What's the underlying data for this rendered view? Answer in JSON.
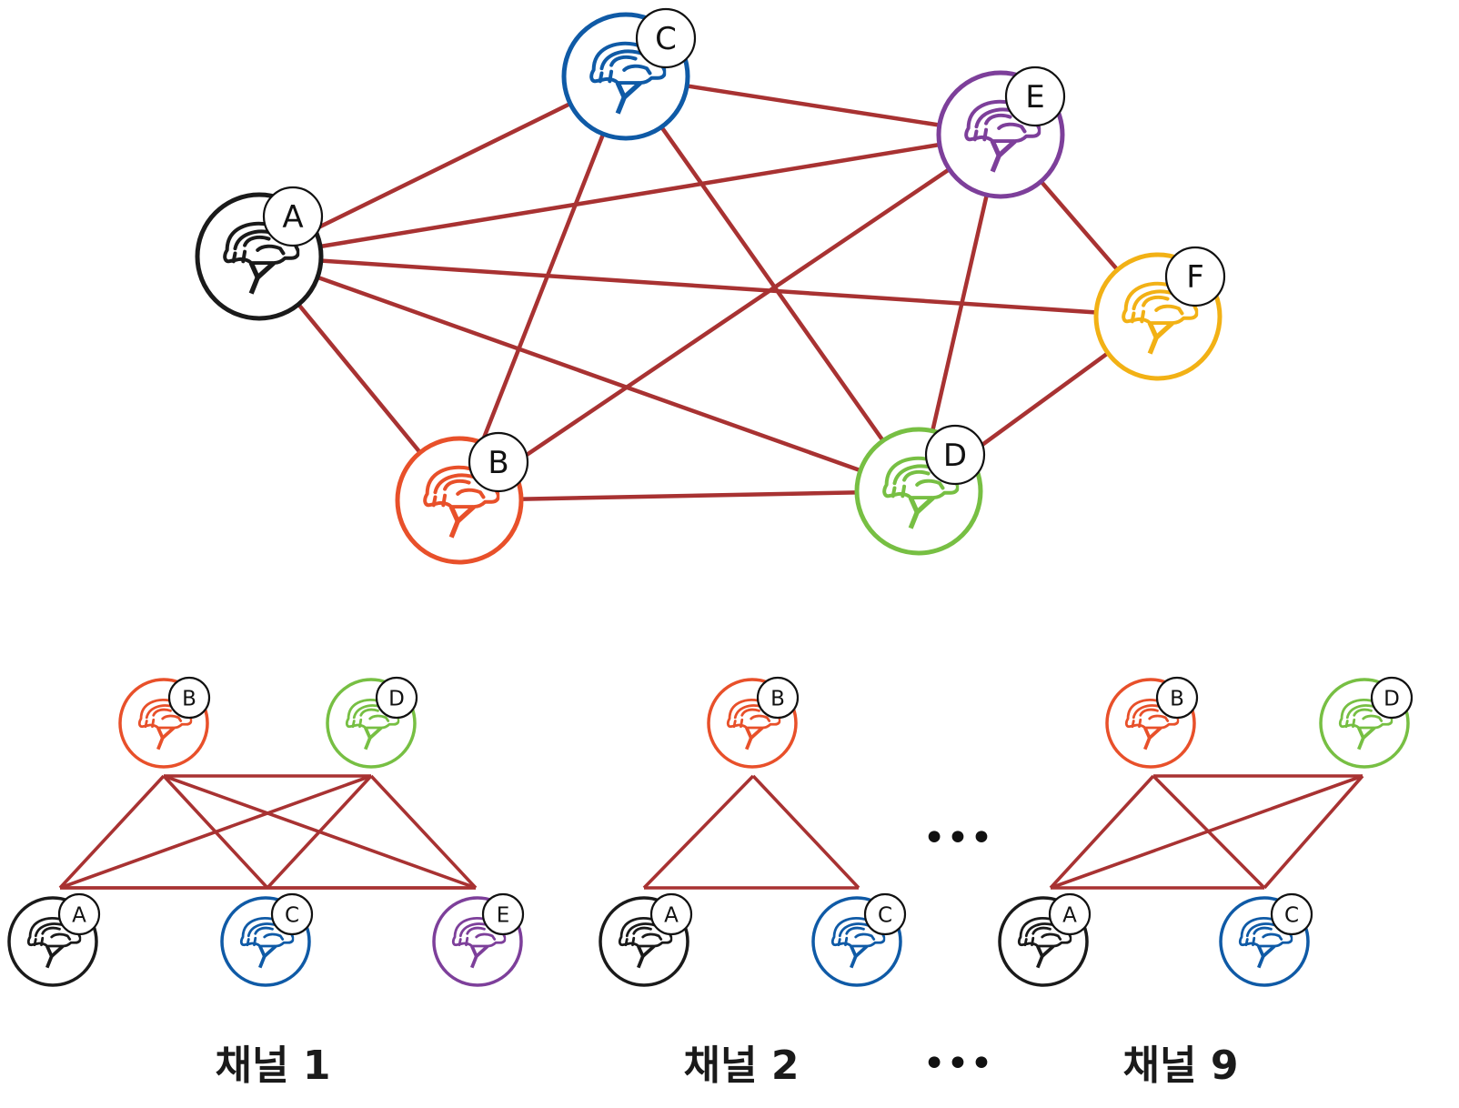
{
  "colors": {
    "edge": "#a83232",
    "A": "#1a1a1a",
    "B": "#e8502a",
    "C": "#0f5aa6",
    "D": "#77bf43",
    "E": "#7d3f9a",
    "F": "#f2b115"
  },
  "icon": "helmet-icon",
  "main_network": {
    "nodes": [
      "A",
      "B",
      "C",
      "D",
      "E",
      "F"
    ],
    "edges": [
      [
        "A",
        "C"
      ],
      [
        "A",
        "E"
      ],
      [
        "A",
        "F"
      ],
      [
        "A",
        "B"
      ],
      [
        "A",
        "D"
      ],
      [
        "C",
        "E"
      ],
      [
        "C",
        "B"
      ],
      [
        "C",
        "D"
      ],
      [
        "E",
        "B"
      ],
      [
        "E",
        "F"
      ],
      [
        "E",
        "D"
      ],
      [
        "B",
        "D"
      ],
      [
        "F",
        "D"
      ]
    ]
  },
  "channels": [
    {
      "label": "채널 1",
      "nodes": [
        "B",
        "D",
        "A",
        "C",
        "E"
      ],
      "edges": [
        [
          "B",
          "D"
        ],
        [
          "A",
          "C"
        ],
        [
          "C",
          "E"
        ],
        [
          "A",
          "E"
        ],
        [
          "B",
          "A"
        ],
        [
          "B",
          "C"
        ],
        [
          "B",
          "E"
        ],
        [
          "D",
          "A"
        ],
        [
          "D",
          "C"
        ],
        [
          "D",
          "E"
        ]
      ]
    },
    {
      "label": "채널 2",
      "nodes": [
        "B",
        "A",
        "C"
      ],
      "edges": [
        [
          "B",
          "A"
        ],
        [
          "B",
          "C"
        ],
        [
          "A",
          "C"
        ]
      ]
    },
    {
      "label": "채널 9",
      "nodes": [
        "B",
        "D",
        "A",
        "C"
      ],
      "edges": [
        [
          "B",
          "D"
        ],
        [
          "B",
          "A"
        ],
        [
          "B",
          "C"
        ],
        [
          "D",
          "A"
        ],
        [
          "D",
          "C"
        ],
        [
          "A",
          "C"
        ]
      ]
    }
  ],
  "ellipsis": "•••"
}
